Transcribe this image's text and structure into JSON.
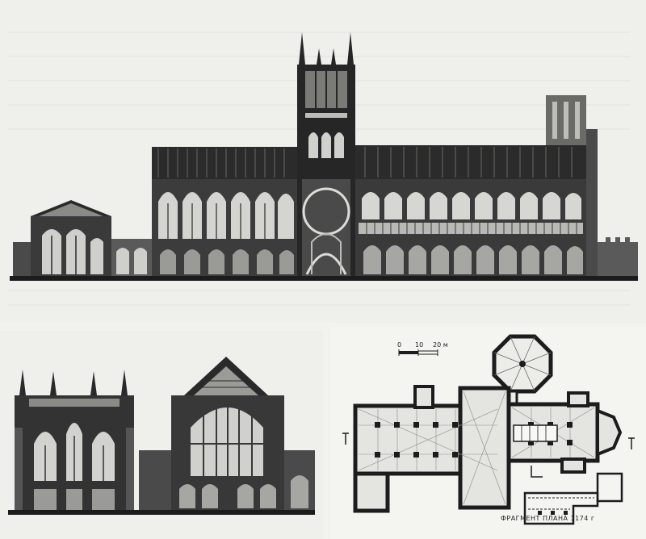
{
  "figure": {
    "sections": [
      {
        "id": "longitudinal-section",
        "kind": "drawing"
      },
      {
        "id": "cross-sections",
        "kind": "drawing"
      },
      {
        "id": "floor-plan",
        "kind": "drawing"
      }
    ]
  },
  "plan": {
    "scale": {
      "ticks": [
        "0",
        "10",
        "20 м"
      ]
    },
    "caption": "ФРАГМЕНТ ПЛАНА 1174 г"
  },
  "colors": {
    "paper": "#f2f2ef",
    "ink": "#1c1c1c",
    "shade": "#5a5a5a",
    "light": "#cfcfcb"
  }
}
